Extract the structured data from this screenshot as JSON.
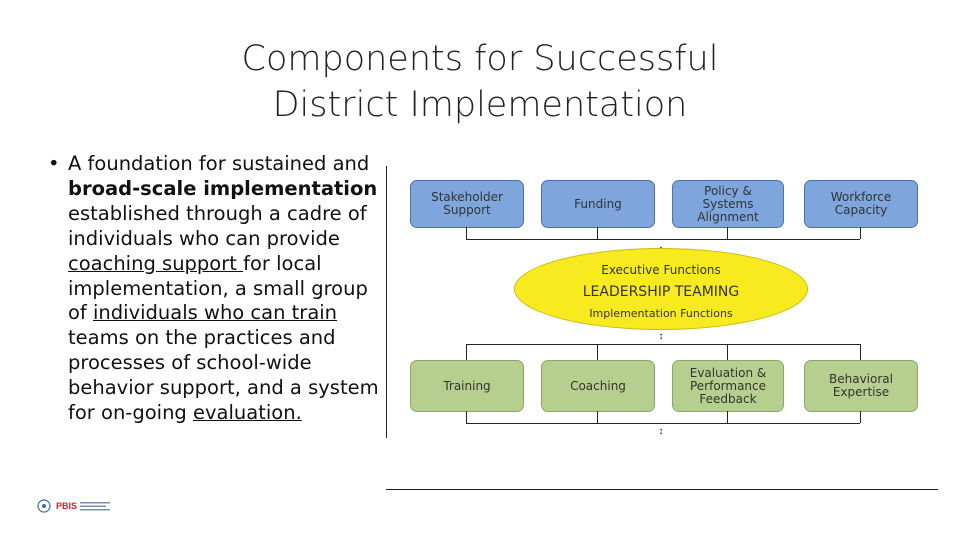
{
  "slide": {
    "title_line1": "Components for Successful",
    "title_line2": "District Implementation",
    "bullet": {
      "marker": "•",
      "t1": "A foundation for sustained and ",
      "t2": "broad-scale implementation",
      "t3": " established through a cadre of individuals who can provide ",
      "t4": "coaching support ",
      "t5": "for local implementation, a small group of ",
      "t6": "individuals who can train ",
      "t7": "teams on the practices and processes of school-wide behavior support, and a system for on-going ",
      "t8": "evaluation."
    }
  },
  "diagram": {
    "top_boxes": [
      "Stakeholder Support",
      "Funding",
      "Policy & Systems Alignment",
      "Workforce Capacity"
    ],
    "ellipse": {
      "top": "Executive Functions",
      "main": "LEADERSHIP TEAMING",
      "bottom": "Implementation Functions"
    },
    "bottom_boxes": [
      "Training",
      "Coaching",
      "Evaluation & Performance Feedback",
      "Behavioral Expertise"
    ],
    "arrow_glyph": "↕"
  },
  "footer": {
    "logo_text": "PBIS"
  },
  "colors": {
    "top_box": "#7ea6dc",
    "bottom_box": "#b7cf8e",
    "ellipse": "#f7ea1e"
  }
}
